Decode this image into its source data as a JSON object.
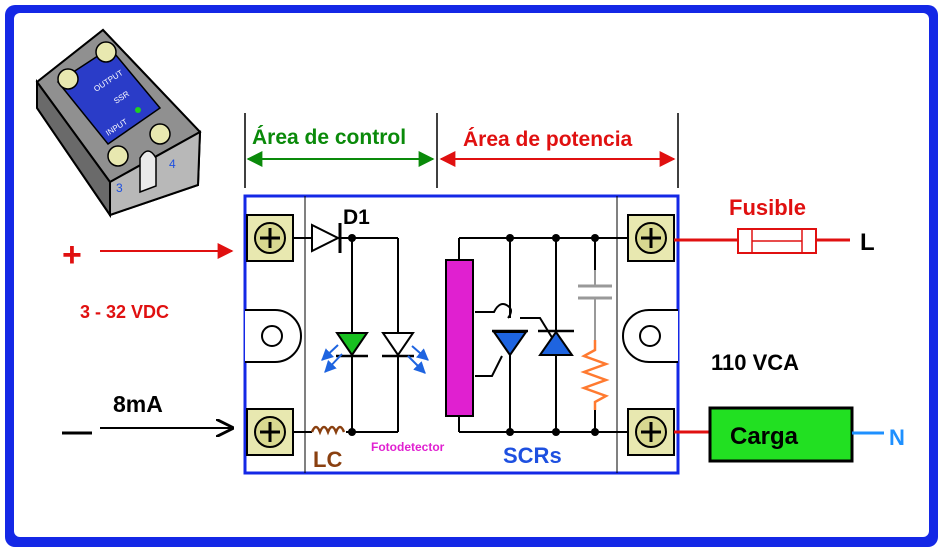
{
  "colors": {
    "frame_blue": "#1428e6",
    "control_green": "#0a8a0a",
    "power_red": "#e01010",
    "led_green": "#18c020",
    "led_blue": "#1e64e0",
    "terminal_olive": "#e8e8b0",
    "photodetector_magenta": "#e020d0",
    "resistor_orange": "#ff7a30",
    "load_green": "#22e022",
    "coil_brown": "#8a4010",
    "neutral_blue": "#1e90ff"
  },
  "labels": {
    "control_area": "Área de control",
    "power_area": "Área de potencia",
    "diode": "D1",
    "fuse": "Fusible",
    "line": "L",
    "neutral": "N",
    "voltage_dc": "3 - 32 VDC",
    "current": "8mA",
    "voltage_ac": "110 VCA",
    "load": "Carga",
    "coil": "LC",
    "photodetector": "Fotodetector",
    "scrs": "SCRs",
    "plus": "+",
    "minus": "—",
    "relay_output": "OUTPUT",
    "relay_model": "SSR",
    "relay_input": "INPUT",
    "relay_terminal_3": "3",
    "relay_terminal_4": "4"
  },
  "icons": {
    "terminal": "screw-terminal-icon",
    "relay": "solid-state-relay-icon",
    "diode": "diode-icon",
    "led": "led-icon",
    "scr": "scr-icon"
  }
}
